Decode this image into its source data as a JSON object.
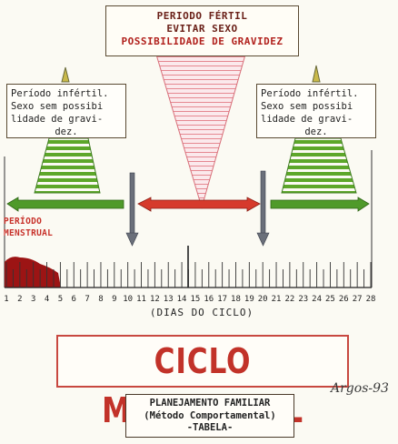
{
  "fertile": {
    "line1": "PERIODO FÉRTIL",
    "line2": "EVITAR SEXO",
    "line3": "POSSIBILIDADE DE GRAVIDEZ",
    "color": "#c43a2e"
  },
  "infertile_left": {
    "line1": "Período infértil.",
    "line2": "Sexo sem possibi",
    "line3": "lidade de gravi-",
    "line4": "dez."
  },
  "infertile_right": {
    "line1": "Período infértil.",
    "line2": "Sexo sem possibi",
    "line3": "lidade de gravi-",
    "line4": "dez."
  },
  "menstrual": {
    "line1": "PERÍODO",
    "line2": "MENSTRUAL",
    "color": "#b01a1a"
  },
  "axis": {
    "caption": "(DIAS DO CICLO)",
    "days": [
      "1",
      "2",
      "3",
      "4",
      "5",
      "6",
      "7",
      "8",
      "9",
      "10",
      "11",
      "12",
      "13",
      "14",
      "15",
      "16",
      "17",
      "18",
      "19",
      "20",
      "21",
      "22",
      "23",
      "24",
      "25",
      "26",
      "27",
      "28"
    ]
  },
  "phases": {
    "infertile_color": "#4f9a2a",
    "fertile_color": "#d63a2c",
    "marker_color": "#6a6f7a"
  },
  "title": "CICLO MENSTRUAL",
  "signature": "Argos-93",
  "subtitle": {
    "line1": "PLANEJAMENTO  FAMILIAR",
    "line2": "(Método Comportamental)",
    "line3": "-TABELA-"
  }
}
